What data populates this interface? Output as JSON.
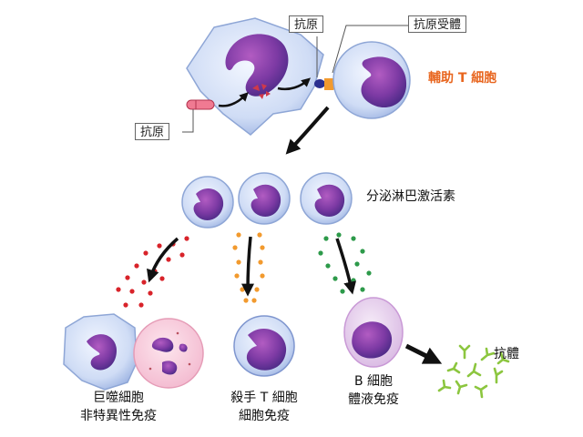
{
  "labels": {
    "antigen_top": "抗原",
    "antigen_receptor": "抗原受體",
    "antigen_left": "抗原",
    "helper_t_cell": "輔助 T 細胞",
    "secrete_lymphokines": "分泌淋巴激活素",
    "macrophage": [
      "巨噬細胞",
      "非特異性免疫"
    ],
    "killer_t": [
      "殺手 T 細胞",
      "細胞免疫"
    ],
    "b_cell": [
      "B 細胞",
      "體液免疫"
    ],
    "antibody": "抗體"
  },
  "colors": {
    "helper_label": "#e8651e",
    "dots_red": "#d8232a",
    "dots_orange": "#f29a2e",
    "dots_green": "#2d9a4a",
    "cell_fill": "#cddaf3",
    "nucleus": "#7b3a9e",
    "antibody": "#8cc63f"
  }
}
